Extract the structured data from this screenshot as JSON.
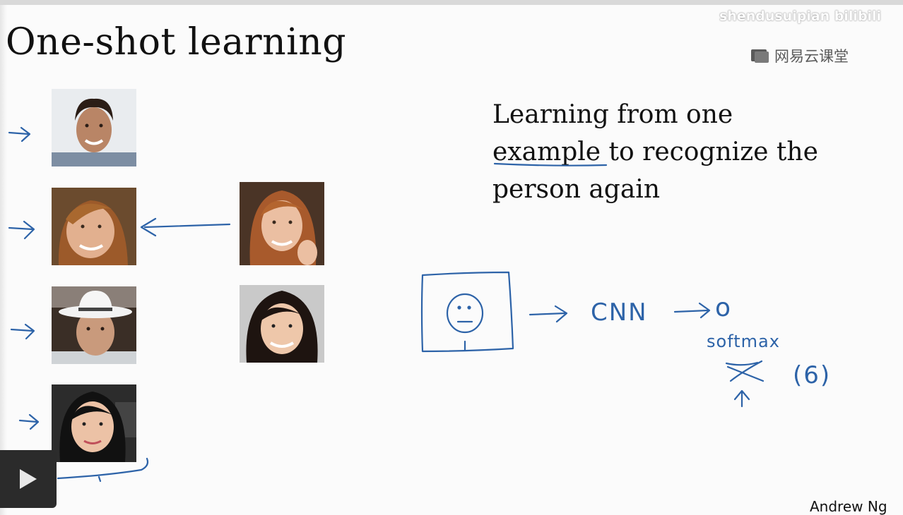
{
  "slide": {
    "title": "One-shot learning",
    "definition_line1": "Learning from one",
    "definition_word_underlined": "example",
    "definition_line2_rest": " to recognize the",
    "definition_line3": "person again",
    "author": "Andrew Ng"
  },
  "overlay": {
    "watermark": "shendusuipian bilibili",
    "publisher": "网易云课堂"
  },
  "annotations": {
    "cnn": "CNN",
    "output": "o",
    "softmax": "softmax",
    "count": "(6)"
  },
  "faces": {
    "database": [
      "person-1-face",
      "person-2-face",
      "person-3-face",
      "person-4-face"
    ],
    "queries": [
      "query-face-1",
      "query-face-2"
    ]
  },
  "colors": {
    "ink": "#2d63a8",
    "text": "#111111",
    "background": "#fbfbfb"
  },
  "controls": {
    "play_icon": "play-icon"
  }
}
